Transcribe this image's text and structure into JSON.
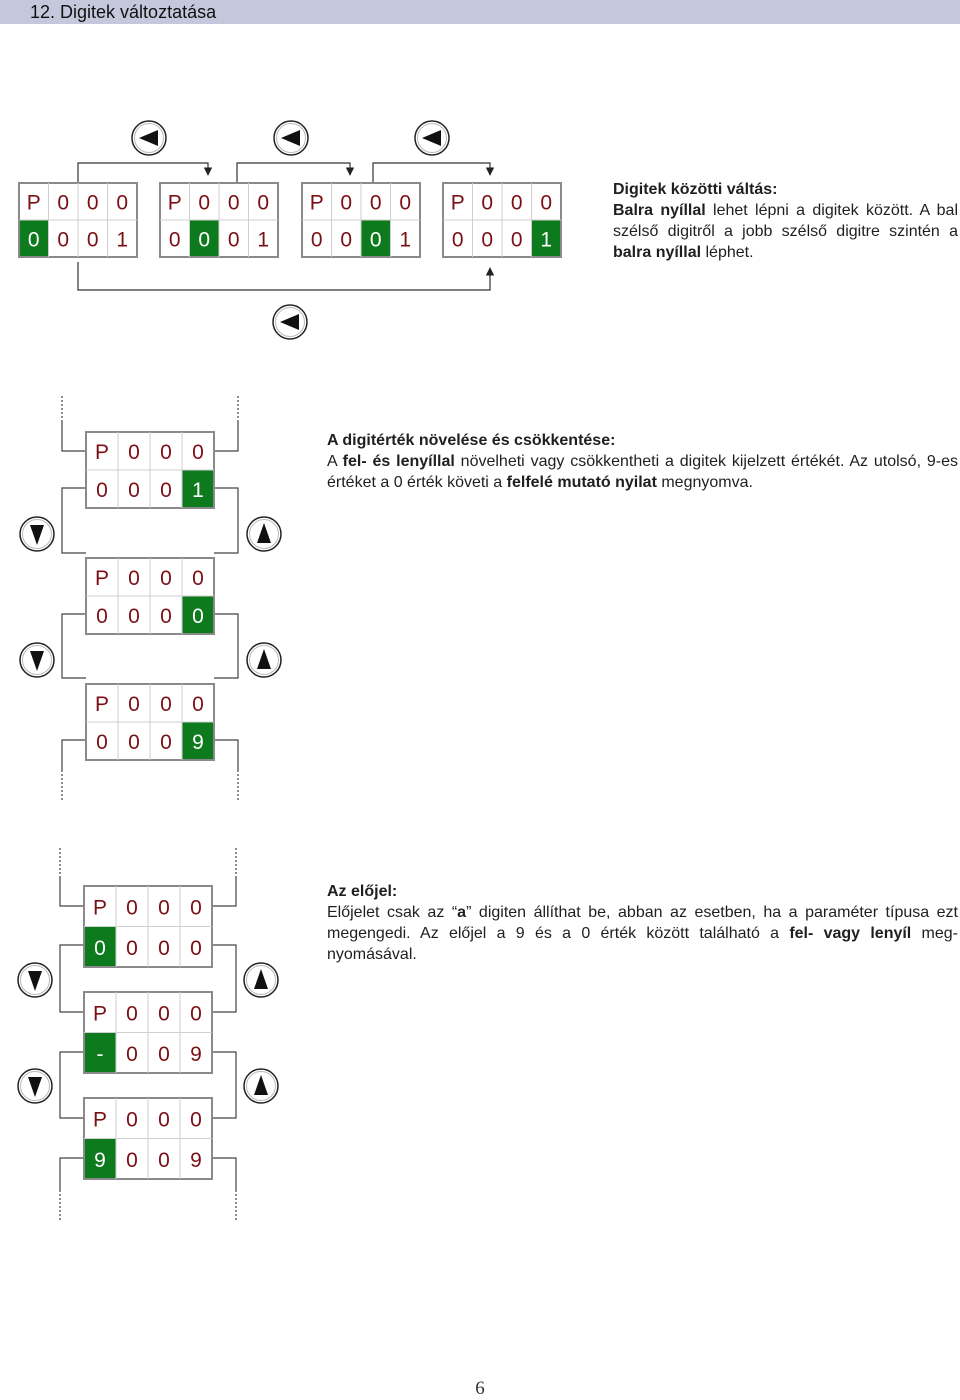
{
  "header": {
    "title": "12. Digitek változtatása"
  },
  "colors": {
    "digit_red": "#7a0f14",
    "highlight_green": "#0d7a1e",
    "header_bg": "#c5c8dc"
  },
  "icons": {
    "left": "left-arrow-button-icon",
    "up": "up-arrow-button-icon",
    "down": "down-arrow-button-icon"
  },
  "section1": {
    "displays": [
      {
        "top": [
          "P",
          "0",
          "0",
          "0"
        ],
        "bottom": [
          "0",
          "0",
          "0",
          "1"
        ],
        "highlight": 0
      },
      {
        "top": [
          "P",
          "0",
          "0",
          "0"
        ],
        "bottom": [
          "0",
          "0",
          "0",
          "1"
        ],
        "highlight": 1
      },
      {
        "top": [
          "P",
          "0",
          "0",
          "0"
        ],
        "bottom": [
          "0",
          "0",
          "0",
          "1"
        ],
        "highlight": 2
      },
      {
        "top": [
          "P",
          "0",
          "0",
          "0"
        ],
        "bottom": [
          "0",
          "0",
          "0",
          "1"
        ],
        "highlight": 3
      }
    ],
    "title": "Digitek közötti váltás:",
    "p1_bold": "Balra nyíllal",
    "p1_rest": " lehet lépni a digitek között. A bal szélső digitről a jobb szélső digitre szintén a ",
    "p1_bold2": "balra nyíllal",
    "p1_end": " léphet."
  },
  "section2": {
    "displays": [
      {
        "top": [
          "P",
          "0",
          "0",
          "0"
        ],
        "bottom": [
          "0",
          "0",
          "0",
          "1"
        ],
        "highlight": 3
      },
      {
        "top": [
          "P",
          "0",
          "0",
          "0"
        ],
        "bottom": [
          "0",
          "0",
          "0",
          "0"
        ],
        "highlight": 3
      },
      {
        "top": [
          "P",
          "0",
          "0",
          "0"
        ],
        "bottom": [
          "0",
          "0",
          "0",
          "9"
        ],
        "highlight": 3
      }
    ],
    "title": "A digitérték növelése és csökkentése:",
    "t1": "A ",
    "b1": "fel- és lenyíllal",
    "t2": " növelheti vagy csökkentheti a digitek kijelzett értékét. Az utolsó, 9-es értéket a 0 érték követi a ",
    "b2": "felfelé mutató nyilat",
    "t3": " megnyomva."
  },
  "section3": {
    "displays": [
      {
        "top": [
          "P",
          "0",
          "0",
          "0"
        ],
        "bottom": [
          "0",
          "0",
          "0",
          "0"
        ],
        "highlight": 0
      },
      {
        "top": [
          "P",
          "0",
          "0",
          "0"
        ],
        "bottom": [
          "-",
          "0",
          "0",
          "9"
        ],
        "highlight": 0
      },
      {
        "top": [
          "P",
          "0",
          "0",
          "0"
        ],
        "bottom": [
          "9",
          "0",
          "0",
          "9"
        ],
        "highlight": 0
      }
    ],
    "title": "Az előjel:",
    "t1": "Előjelet csak az “",
    "b1": "a",
    "t2": "” digiten állíthat be, abban az esetben, ha a paraméter típusa ezt megengedi. Az előjel a 9 és a 0 érték között található a ",
    "b2": "fel- vagy lenyíl",
    "t3": " meg-nyomásával."
  },
  "footer": {
    "page_number": "6"
  }
}
